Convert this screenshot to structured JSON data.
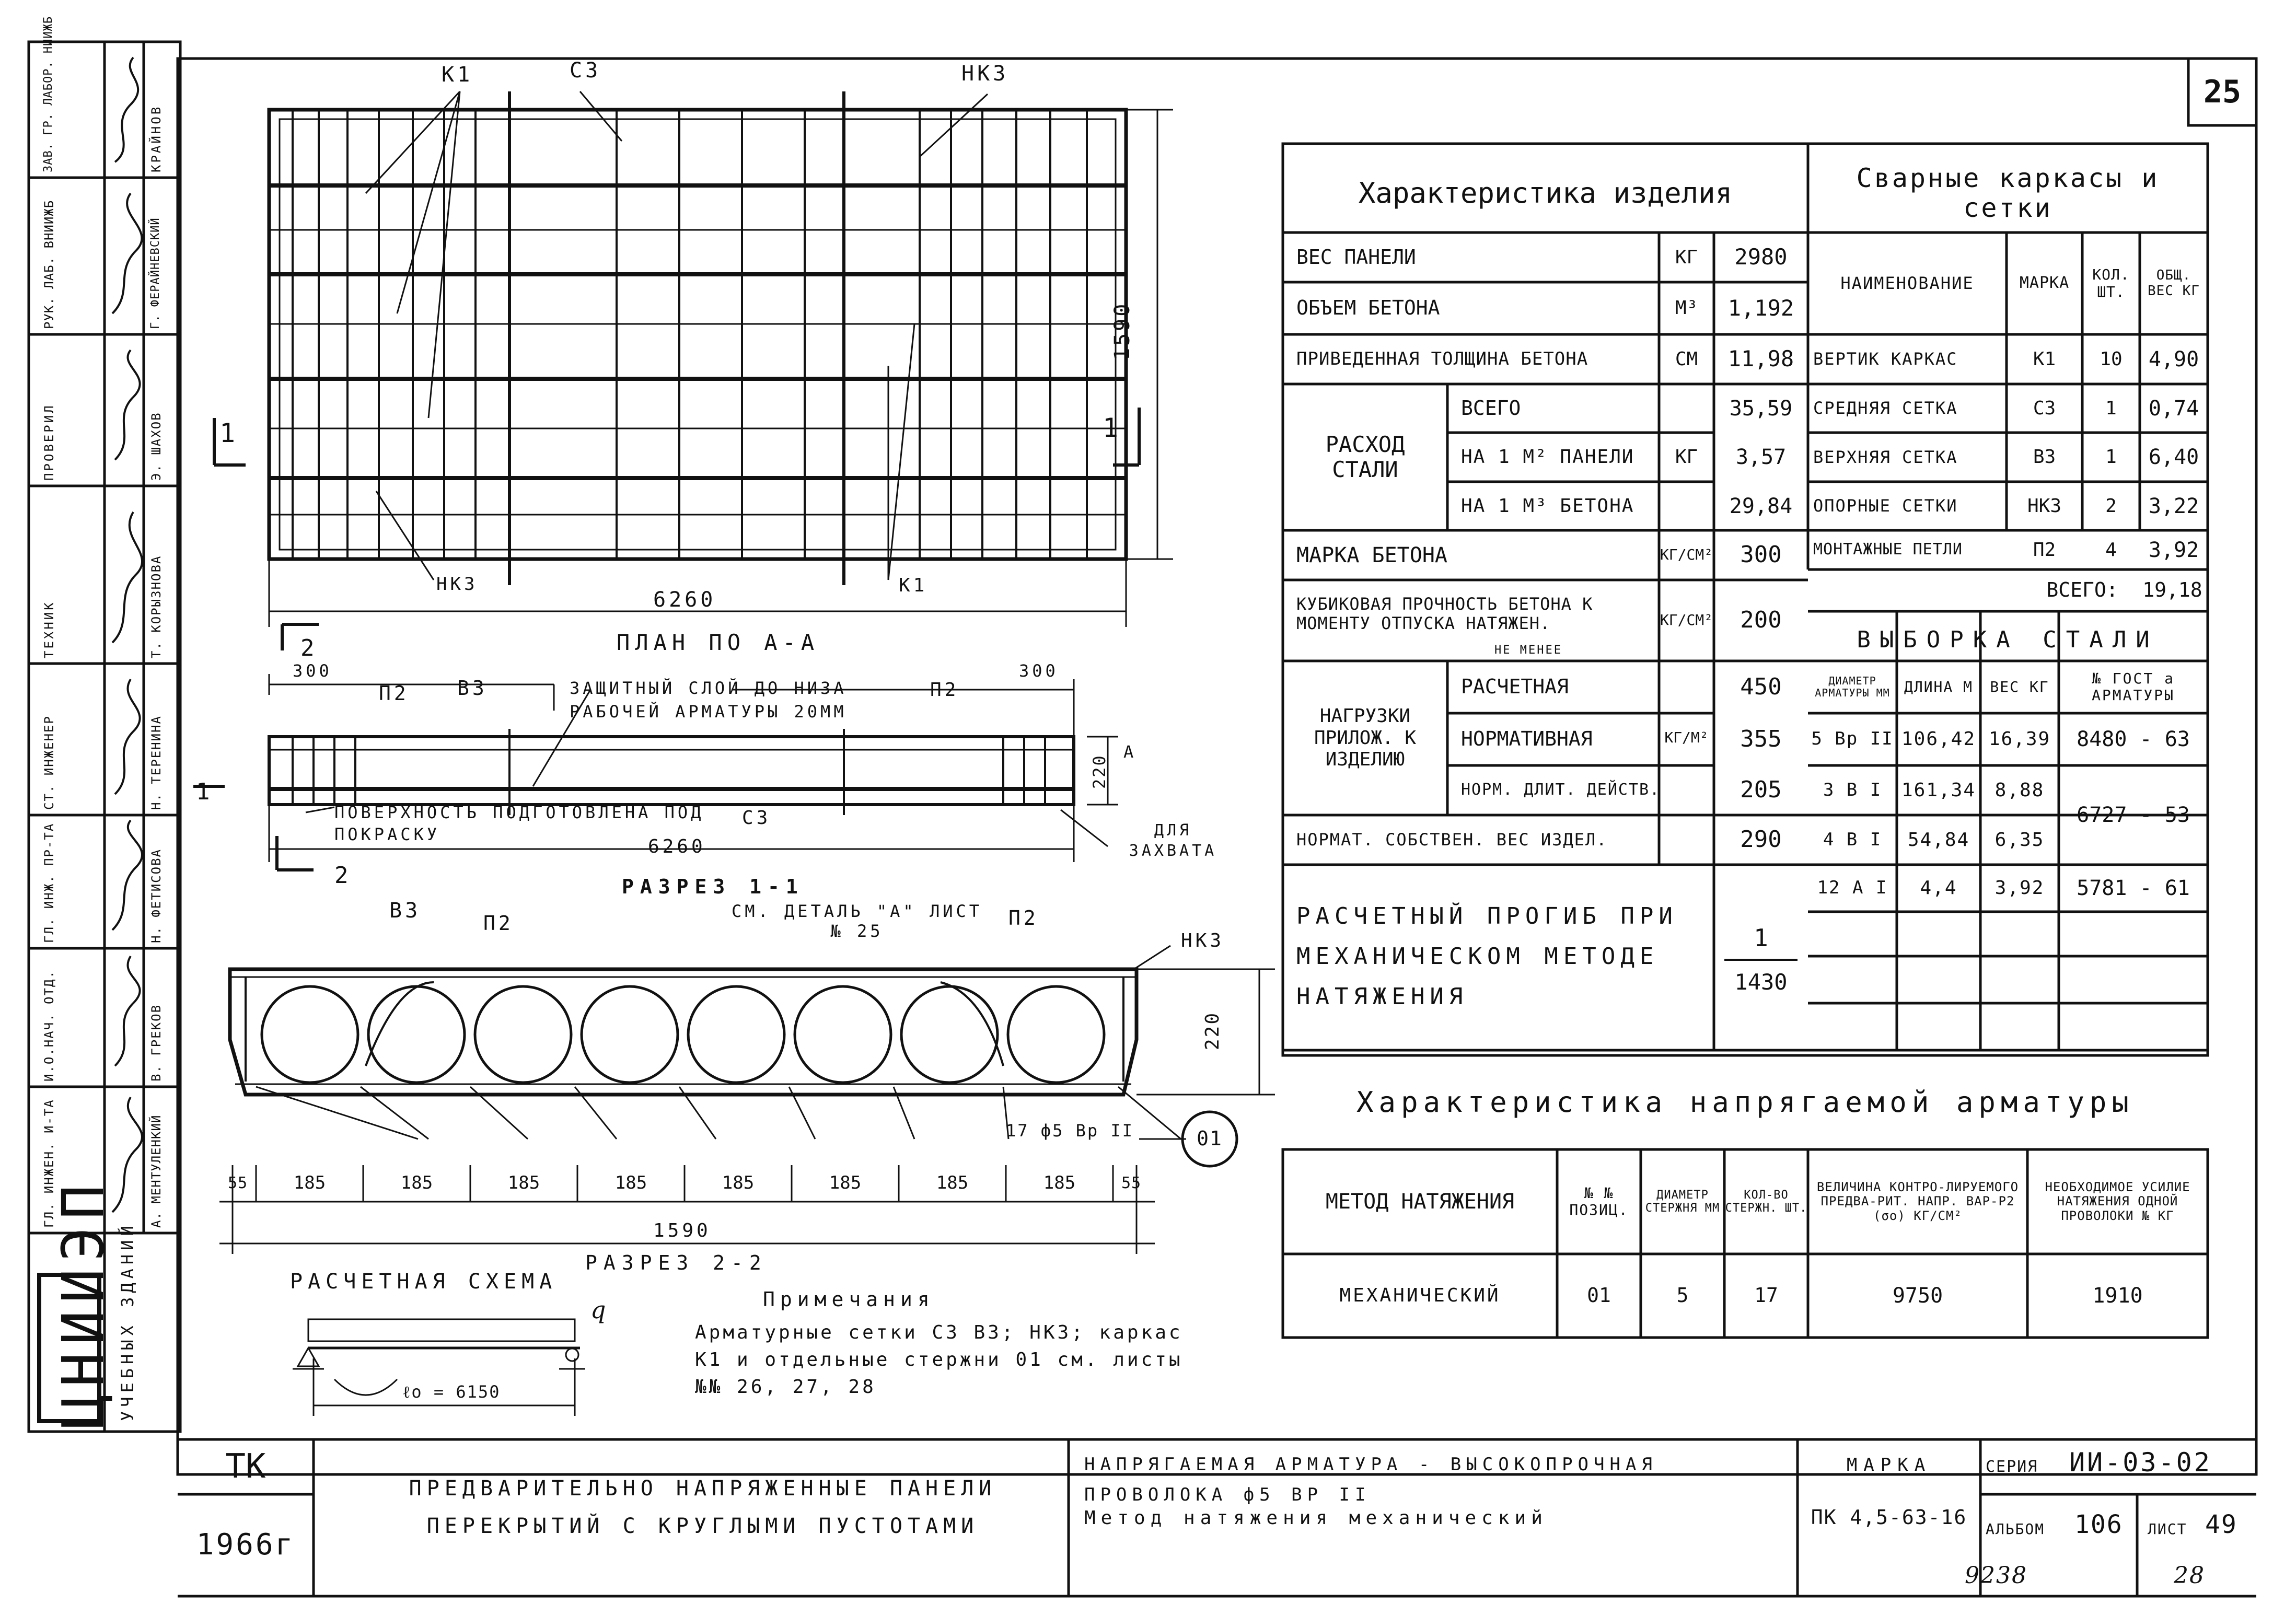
{
  "sheet_number": "25",
  "product_characteristics": {
    "title": "Характеристика изделия",
    "rows": [
      {
        "label": "ВЕС ПАНЕЛИ",
        "unit": "КГ",
        "value": "2980"
      },
      {
        "label": "ОБЪЕМ БЕТОНА",
        "unit": "М³",
        "value": "1,192"
      },
      {
        "label": "ПРИВЕДЕННАЯ ТОЛЩИНА БЕТОНА",
        "unit": "СМ",
        "value": "11,98"
      }
    ],
    "steel": {
      "label": "РАСХОД СТАЛИ",
      "unit": "КГ",
      "rows": [
        {
          "sub": "ВСЕГО",
          "value": "35,59"
        },
        {
          "sub": "НА 1 М² ПАНЕЛИ",
          "value": "3,57"
        },
        {
          "sub": "НА 1 М³ БЕТОНА",
          "value": "29,84"
        }
      ]
    },
    "concrete_grade": {
      "label": "МАРКА БЕТОНА",
      "unit": "КГ/СМ²",
      "value": "300"
    },
    "cube_strength": {
      "label": "КУБИКОВАЯ ПРОЧНОСТЬ БЕТОНА К МОМЕНТУ ОТПУСКА НАТЯЖЕН.",
      "note": "НЕ МЕНЕЕ",
      "unit": "КГ/СМ²",
      "value": "200"
    },
    "loads": {
      "label": "НАГРУЗКИ ПРИЛОЖ. К ИЗДЕЛИЮ",
      "unit": "КГ/М²",
      "rows": [
        {
          "sub": "РАСЧЕТНАЯ",
          "value": "450"
        },
        {
          "sub": "НОРМАТИВНАЯ",
          "value": "355"
        },
        {
          "sub": "НОРМ. ДЛИТ. ДЕЙСТВ.",
          "value": "205"
        }
      ]
    },
    "self_weight": {
      "label": "НОРМАТ. СОБСТВЕН. ВЕС ИЗДЕЛ.",
      "value": "290"
    },
    "deflection": {
      "label": "РАСЧЕТНЫЙ ПРОГИБ ПРИ МЕХАНИЧЕСКОМ МЕТОДЕ НАТЯЖЕНИЯ",
      "numerator": "1",
      "denominator": "1430"
    }
  },
  "welded_frames": {
    "title": "Сварные каркасы и сетки",
    "headers": [
      "НАИМЕНОВАНИЕ",
      "МАРКА",
      "КОЛ. ШТ.",
      "ОБЩ. ВЕС КГ"
    ],
    "rows": [
      [
        "ВЕРТИК КАРКАС",
        "К1",
        "10",
        "4,90"
      ],
      [
        "СРЕДНЯЯ СЕТКА",
        "С3",
        "1",
        "0,74"
      ],
      [
        "ВЕРХНЯЯ СЕТКА",
        "В3",
        "1",
        "6,40"
      ],
      [
        "ОПОРНЫЕ СЕТКИ",
        "НК3",
        "2",
        "3,22"
      ],
      [
        "МОНТАЖНЫЕ ПЕТЛИ",
        "П2",
        "4",
        "3,92"
      ]
    ],
    "total_label": "ВСЕГО:",
    "total_value": "19,18"
  },
  "steel_selection": {
    "title": "ВЫБОРКА СТАЛИ",
    "headers": [
      "ДИАМЕТР АРМАТУРЫ ММ",
      "ДЛИНА М",
      "ВЕС КГ",
      "№ ГОСТ а АРМАТУРЫ"
    ],
    "rows": [
      [
        "5 Вр II",
        "106,42",
        "16,39",
        "8480 - 63"
      ],
      [
        "3 В I",
        "161,34",
        "8,88",
        "6727 - 53"
      ],
      [
        "4 В I",
        "54,84",
        "6,35",
        ""
      ],
      [
        "12 А I",
        "4,4",
        "3,92",
        "5781 - 61"
      ]
    ]
  },
  "tensioned_rebar": {
    "title": "Характеристика напрягаемой арматуры",
    "headers": [
      "МЕТОД НАТЯЖЕНИЯ",
      "№ № ПОЗИЦ.",
      "ДИАМЕТР СТЕРЖНЯ ММ",
      "КОЛ-ВО СТЕРЖН. ШТ.",
      "ВЕЛИЧИНА КОНТРО-ЛИРУЕМОГО ПРЕДВА-РИТ. НАПР. ВАР-Р2 (σо) КГ/СМ²",
      "НЕОБХОДИМОЕ УСИЛИЕ НАТЯЖЕНИЯ ОДНОЙ ПРОВОЛОКИ № КГ"
    ],
    "row": [
      "МЕХАНИЧЕСКИЙ",
      "01",
      "5",
      "17",
      "9750",
      "1910"
    ]
  },
  "plan": {
    "caption": "ПЛАН ПО А-А",
    "labels": {
      "k1_top": "К1",
      "c3": "С3",
      "nk3_top": "НК3",
      "nk3_bottom": "НК3",
      "k1_bottom": "К1"
    },
    "dim_length": "6260",
    "dim_width": "1590",
    "section_mark": "1"
  },
  "section_1": {
    "caption": "РАЗРЕЗ 1-1",
    "labels": {
      "p2_left": "П2",
      "b3": "В3",
      "p2_right": "П2",
      "c3": "С3"
    },
    "protective_note": "ЗАЩИТНЫЙ СЛОЙ ДО НИЗА РАБОЧЕЙ АРМАТУРЫ 20ММ",
    "surface_note": "ПОВЕРХНОСТЬ ПОДГОТОВЛЕНА ПОД ПОКРАСКУ",
    "grip_note": "ДЛЯ ЗАХВАТА",
    "dim_300_left": "300",
    "dim_300_right": "300",
    "dim_length": "6260",
    "dim_height": "220",
    "detail_mark": "А",
    "section_mark": "2"
  },
  "section_2": {
    "caption": "РАЗРЕЗ 2-2",
    "labels": {
      "b3": "В3",
      "p2_left": "П2",
      "p2_right": "П2",
      "nk3": "НК3"
    },
    "detail_ref": "СМ. ДЕТАЛЬ \"А\" ЛИСТ № 25",
    "rebar_note": "17 ф5 Вр II",
    "position_mark": "01",
    "dims": [
      "55",
      "185",
      "185",
      "185",
      "185",
      "185",
      "185",
      "185",
      "185",
      "55"
    ],
    "dim_total": "1590",
    "dim_height": "220"
  },
  "calc_scheme": {
    "title": "РАСЧЕТНАЯ СХЕМА",
    "load": "q",
    "span": "ℓо = 6150"
  },
  "notes": {
    "title": "Примечания",
    "text": "Арматурные сетки С3 В3; НК3; каркас К1 и отдельные стержни 01 см. листы №№ 26, 27, 28"
  },
  "title_block": {
    "tk": "ТК",
    "year": "1966г",
    "title": "ПРЕДВАРИТЕЛЬНО НАПРЯЖЕННЫЕ ПАНЕЛИ ПЕРЕКРЫТИЙ С КРУГЛЫМИ ПУСТОТАМИ",
    "description": "НАПРЯГАЕМАЯ АРМАТУРА - ВЫСОКОПРОЧНАЯ ПРОВОЛОКА ф5 ВР II",
    "method": "Метод натяжения механический",
    "mark_label": "МАРКА",
    "mark": "ПК 4,5-63-16",
    "series_label": "СЕРИЯ",
    "series": "ИИ-03-02",
    "album_label": "АЛЬБОМ",
    "album": "106",
    "sheet_label": "ЛИСТ",
    "sheet": "49"
  },
  "stamp": {
    "org": "ЦНИИЭП",
    "org_sub": "УЧЕБНЫХ ЗДАНИЙ",
    "roles": [
      "ГЛ. ИНЖЕН. И-ТА",
      "И.О.НАЧ. ОТД.",
      "ГЛ. ИНЖ. ПР-ТА",
      "СТ. ИНЖЕНЕР",
      "ТЕХНИК",
      "ПРОВЕРИЛ",
      "РУК. ЛАБ. ВНИИЖБ",
      "ЗАВ. ГР. ЛАБОР. НИИЖБ"
    ],
    "names": [
      "А. МЕНТУЛЕНКИЙ",
      "В. ГРЕКОВ",
      "Н. ФЕТИСОВА",
      "Н. ТЕРЕНИНА",
      "Т. КОРЫЗНОВА",
      "Э. ШАХОВ",
      "Г. ФЕРАЙНЕВСКИЙ",
      "КРАЙНОВ"
    ]
  },
  "footer": {
    "left": "9238",
    "right": "28"
  }
}
